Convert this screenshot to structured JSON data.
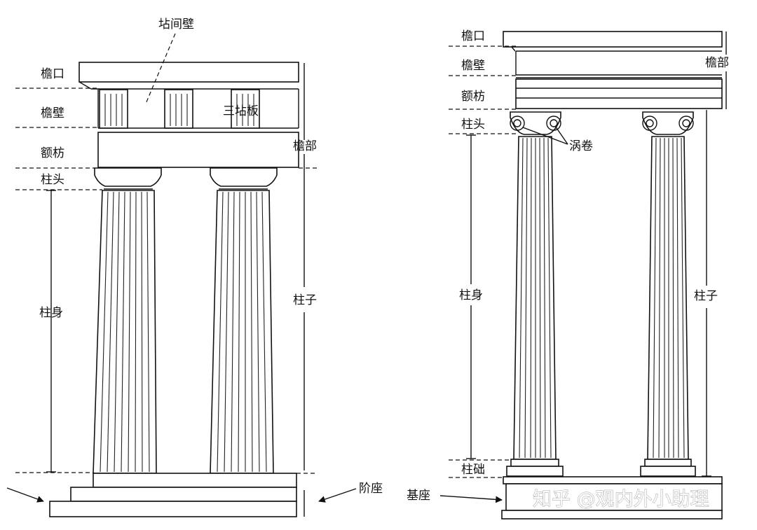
{
  "doric": {
    "top_label": "坫间壁",
    "cornice": "檐口",
    "frieze": "檐壁",
    "triglyph": "三坫板",
    "architrave": "额枋",
    "capital": "柱头",
    "shaft": "柱身",
    "entablature": "檐部",
    "column": "柱子",
    "stylobate": "阶座"
  },
  "ionic": {
    "cornice": "檐口",
    "frieze": "檐壁",
    "entablature": "檐部",
    "architrave": "额枋",
    "capital": "柱头",
    "volute": "涡卷",
    "shaft": "柱身",
    "column": "柱子",
    "base": "柱础",
    "podium": "基座"
  },
  "watermark": "知乎 @观内外小助理"
}
